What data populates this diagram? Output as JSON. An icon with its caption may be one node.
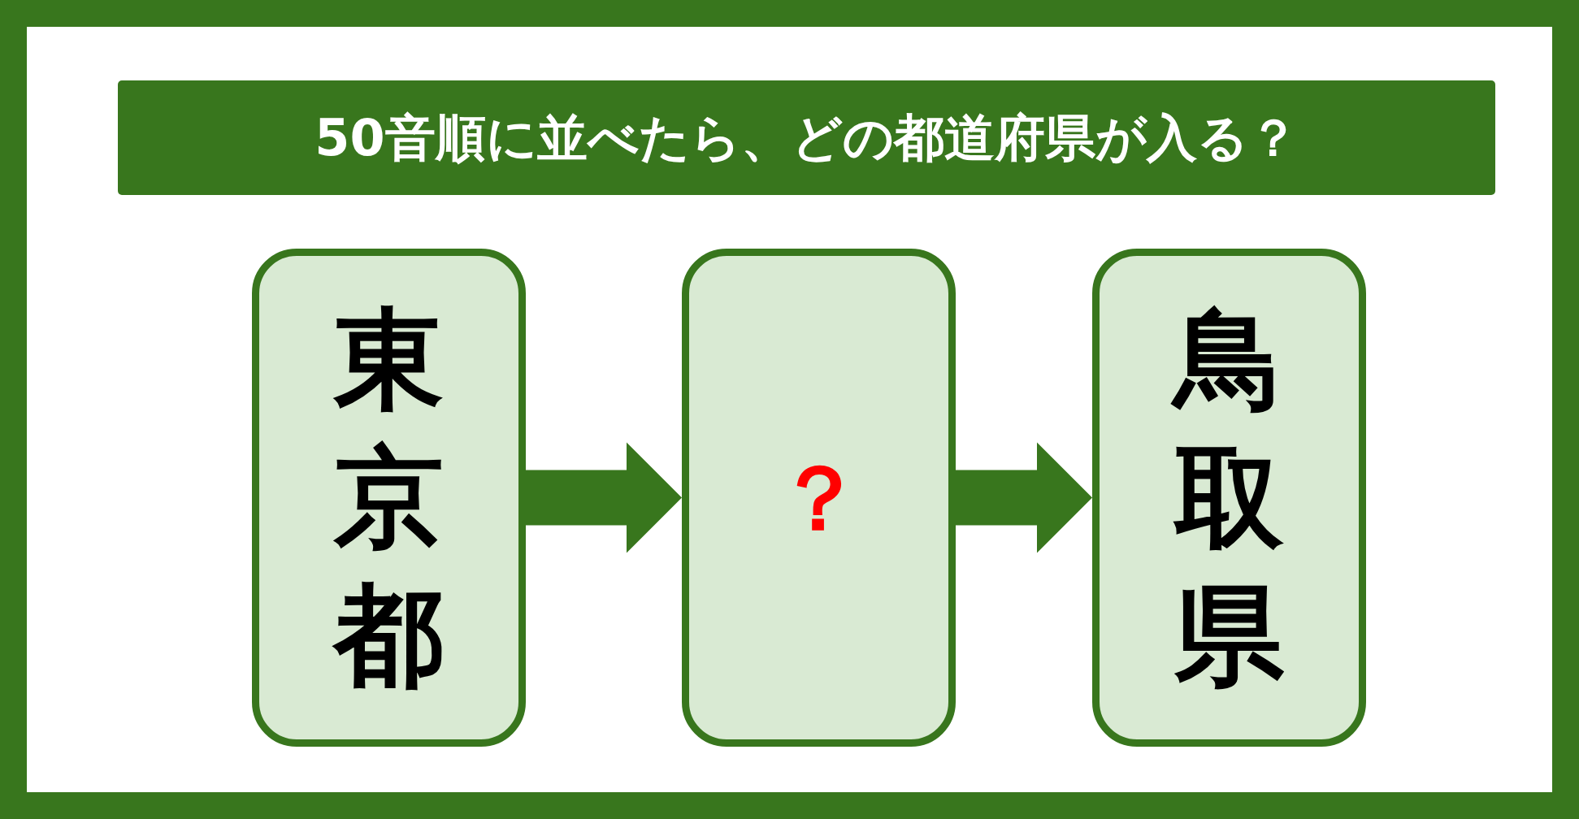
{
  "diagram": {
    "title": "50音順に並べたら、どの都道府県が入る？",
    "nodes": [
      {
        "text": [
          "東京都"
        ]
      },
      {
        "text": [
          "？"
        ]
      },
      {
        "text": [
          "鳥取県"
        ]
      }
    ],
    "edges": [
      {
        "from": 0,
        "to": 1,
        "arrow": "to"
      },
      {
        "from": 1,
        "to": 2,
        "arrow": "to"
      }
    ]
  }
}
